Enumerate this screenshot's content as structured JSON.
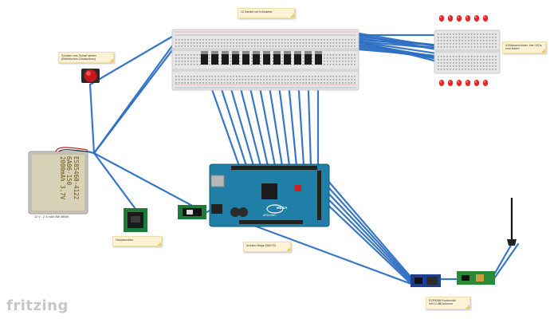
{
  "app": {
    "logo_text": "fritzing"
  },
  "notes": {
    "mosfets": "12 Kanäle mit N-Mosfets",
    "switch_button": "Schalter zum Scharf stellen\n(Elektrisches Zündschloss)",
    "led_bar": "4-Bücksenzünder, hier LEDs\nzum testen",
    "main_switch": "Hauptschalter",
    "arduino": "Arduino Mega 2560 R3",
    "radio": "ESP8266 Funkmodul\nmit 12 dBi Antenne"
  },
  "battery": {
    "print": "ES85460-4122\n6A06-150\n2000mAh 3.7V",
    "label": "12 V - 2.4 mAh 8W 48Wh"
  },
  "arduino_board": {
    "brand": "ARDUINO",
    "model": "MEGA"
  },
  "colors": {
    "wire": "#2e6fc4",
    "breadboard": "#e6e6e6",
    "arduino": "#1f7fa6",
    "led": "#e52528",
    "note_bg": "#fdf3d4"
  }
}
